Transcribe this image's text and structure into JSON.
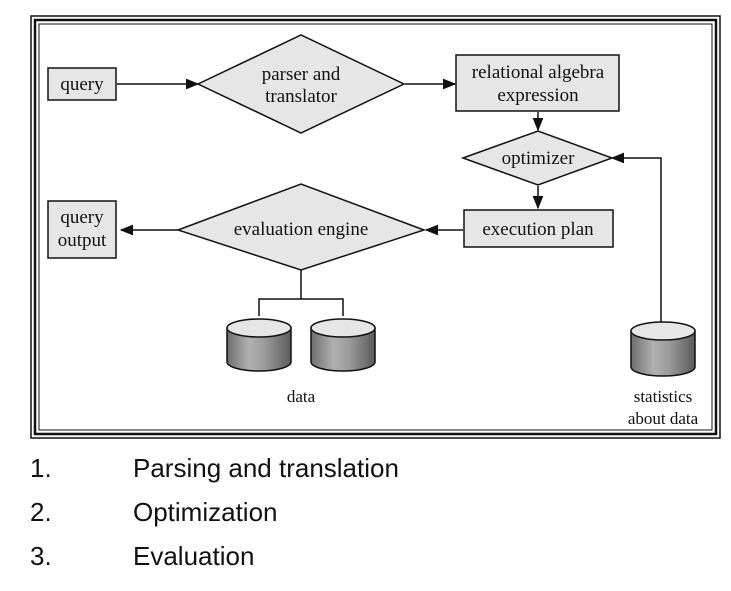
{
  "diagram": {
    "nodes": {
      "query": "query",
      "parser_line1": "parser and",
      "parser_line2": "translator",
      "relational_line1": "relational algebra",
      "relational_line2": "expression",
      "optimizer": "optimizer",
      "execution_plan": "execution plan",
      "evaluation_engine": "evaluation engine",
      "query_output_line1": "query",
      "query_output_line2": "output",
      "data": "data",
      "statistics_line1": "statistics",
      "statistics_line2": "about data"
    },
    "colors": {
      "shape_fill": "#e6e6e6",
      "cylinder_side": "#9a9a9a",
      "stroke": "#111111"
    }
  },
  "steps": [
    {
      "number": "1.",
      "text": "Parsing and translation"
    },
    {
      "number": "2.",
      "text": "Optimization"
    },
    {
      "number": "3.",
      "text": "Evaluation"
    }
  ]
}
